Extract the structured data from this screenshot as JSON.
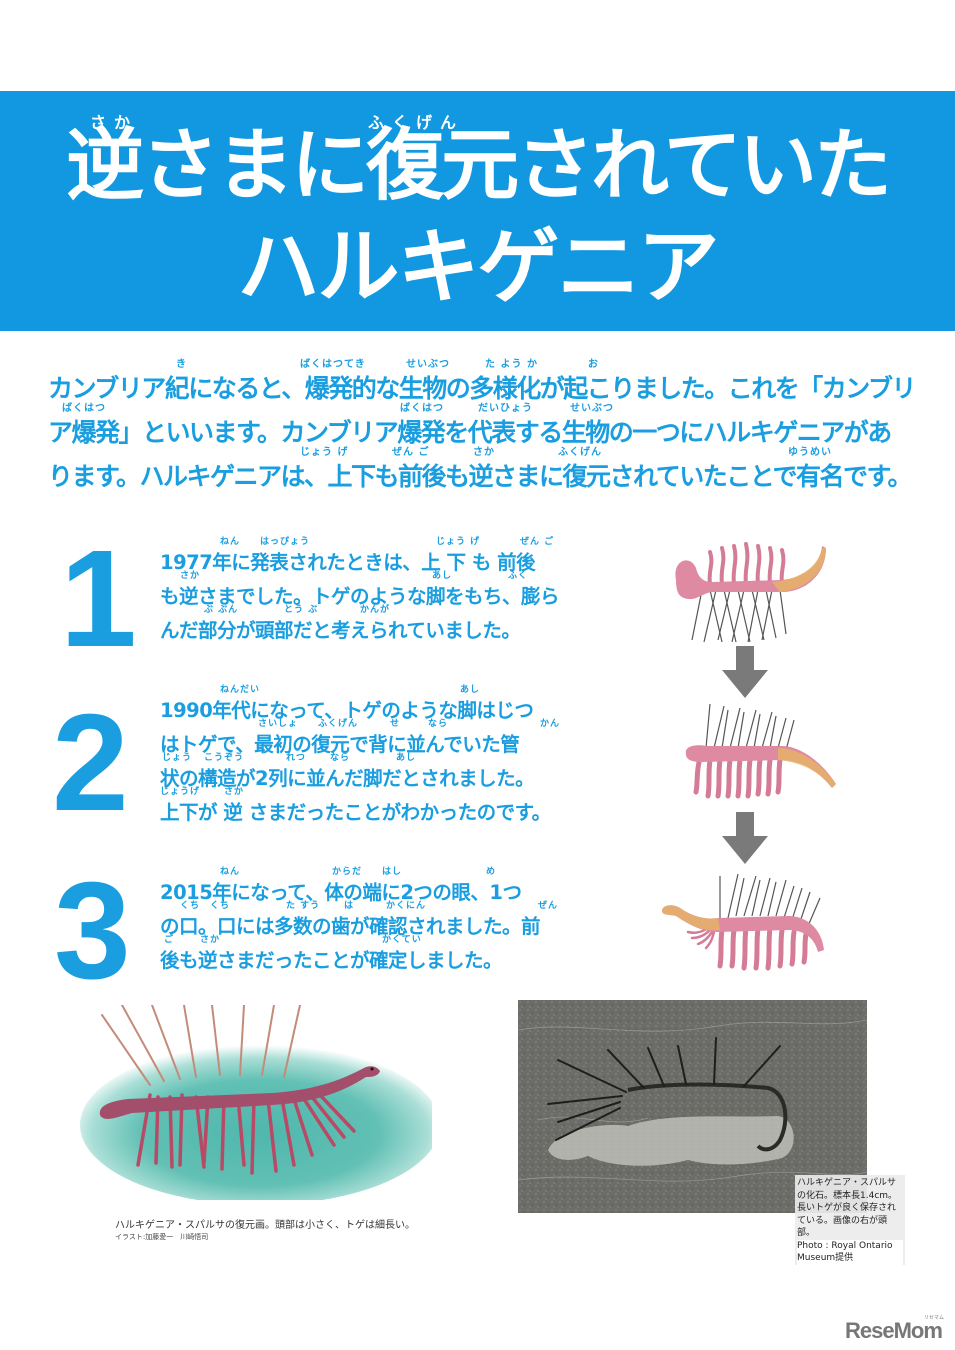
{
  "title": {
    "line1": "逆さまに復元されていた",
    "line2": "ハルキゲニア",
    "ruby": [
      {
        "base": "逆",
        "reading": "さか"
      },
      {
        "base": "復元",
        "reading": "ふくげん"
      }
    ],
    "ruby_saka": "さか",
    "ruby_fukugen": "ふくげん"
  },
  "intro": {
    "lines": [
      "カンブリア紀になると、爆発的な生物の多様化が起こりました。これを「カンブリ",
      "ア爆発」といいます。カンブリア爆発を代表する生物の一つにハルキゲニアがあ",
      "ります。ハルキゲニアは、上下も前後も逆さまに復元されていたことで有名です。"
    ],
    "furigana": [
      [
        "き",
        "ばくはつてき",
        "せいぶつ",
        "た よう か",
        "お"
      ],
      [
        "ばくはつ",
        "ばくはつ",
        "だいひょう",
        "せいぶつ"
      ],
      [
        "じょう げ",
        "ぜん ご",
        "さか",
        "ふくげん",
        "ゆうめい"
      ]
    ]
  },
  "steps": [
    {
      "number": "1",
      "lines": [
        "1977年に発表されたときは、上 下 も 前後",
        "も逆さまでした。トゲのような脚をもち、膨ら",
        "んだ部分が頭部だと考えられていました。"
      ],
      "furigana": [
        [
          "ねん",
          "はっぴょう",
          "じょう げ",
          "ぜん ご"
        ],
        [
          "さか",
          "あし",
          "ふく"
        ],
        [
          "ぶ ぶん",
          "とう ぶ",
          "かんが"
        ]
      ]
    },
    {
      "number": "2",
      "lines": [
        "1990年代になって、トゲのような脚はじつ",
        "はトゲで、最初の復元で背に並んでいた管",
        "状の構造が2列に並んだ脚だとされました。",
        "上下が 逆 さまだったことがわかったのです。"
      ],
      "furigana": [
        [
          "ねんだい",
          "あし"
        ],
        [
          "さいしょ",
          "ふくげん",
          "せ",
          "なら",
          "かん"
        ],
        [
          "じょう",
          "こうぞう",
          "れつ",
          "なら",
          "あし"
        ],
        [
          "じょうげ",
          "さか"
        ]
      ]
    },
    {
      "number": "3",
      "lines": [
        "2015年になって、体の端に2つの眼、1つ",
        "の口。口には多数の歯が確認されました。前",
        "後も逆さまだったことが確定しました。"
      ],
      "furigana": [
        [
          "ねん",
          "からだ",
          "はし",
          "め"
        ],
        [
          "くち",
          "くち",
          "た すう",
          "は",
          "かくにん",
          "ぜん"
        ],
        [
          "ご",
          "さか",
          "かくてい"
        ]
      ]
    }
  ],
  "figures": {
    "reconstruction_1977": "1977 reconstruction (upside-down, spines as legs)",
    "reconstruction_1990": "1990s reconstruction (flipped, head unknown)",
    "reconstruction_2015": "2015 reconstruction (head with eyes)",
    "arrow_icon": "down-arrow-icon"
  },
  "illustration_caption": {
    "text": "ハルキゲニア・スパルサの復元画。頭部は小さく、トゲは細長い。",
    "credit": "イラスト:加藤愛一　川崎悟司"
  },
  "fossil_caption": {
    "text": "ハルキゲニア・スパルサの化石。標本長1.4cm。長いトゲが良く保存されている。画像の右が頭部。",
    "credit_line1": "Photo : Royal Ontario",
    "credit_line2": "Museum提供"
  },
  "logo": {
    "text": "ReseMom",
    "sub": "リセマム"
  },
  "colors": {
    "brand_blue": "#1298e0",
    "text_blue": "#1a9ee0",
    "arrow_gray": "#7a7a7a",
    "creature_pink": "#d9829a"
  }
}
